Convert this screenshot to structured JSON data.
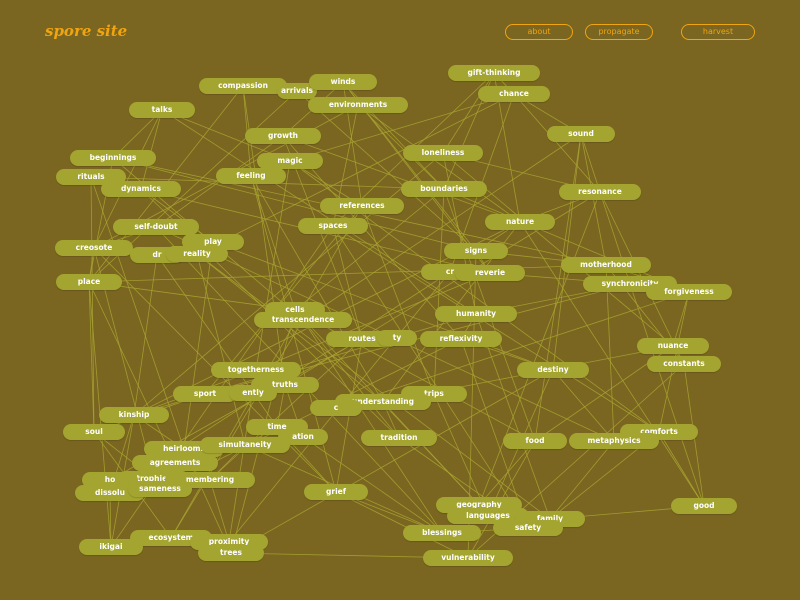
{
  "site": {
    "logo": "spore site",
    "nav": [
      "about",
      "propagate",
      "harvest"
    ]
  },
  "colors": {
    "background": "#7a6620",
    "accent": "#f0a40f",
    "node": "#a4a530",
    "edge": "#a9a532",
    "label": "#ffffff"
  },
  "nodes": [
    "compassion",
    "arrivals",
    "winds",
    "gift-thinking",
    "chance",
    "talks",
    "environments",
    "growth",
    "sound",
    "magic",
    "loneliness",
    "beginnings",
    "rituals",
    "feeling",
    "dynamics",
    "boundaries",
    "resonance",
    "references",
    "nature",
    "self-doubt",
    "spaces",
    "play",
    "creosote",
    "dr",
    "reality",
    "signs",
    "cr",
    "reverie",
    "motherhood",
    "synchronicity",
    "forgiveness",
    "place",
    "cells",
    "transcendence",
    "humanity",
    "routes",
    "ty",
    "reflexivity",
    "nuance",
    "constants",
    "togetherness",
    "destiny",
    "truths",
    "sport",
    "ently",
    "trips",
    "kinship",
    "understanding",
    "c",
    "time",
    "ation",
    "tradition",
    "soul",
    "comforts",
    "food",
    "metaphysics",
    "heirlooms",
    "simultaneity",
    "agreements",
    "trophies",
    "ho",
    "membering",
    "dissolu",
    "sameness",
    "grief",
    "geography",
    "languages",
    "family",
    "safety",
    "good",
    "blessings",
    "ecosystem",
    "proximity",
    "ikigai",
    "trees",
    "vulnerability"
  ]
}
